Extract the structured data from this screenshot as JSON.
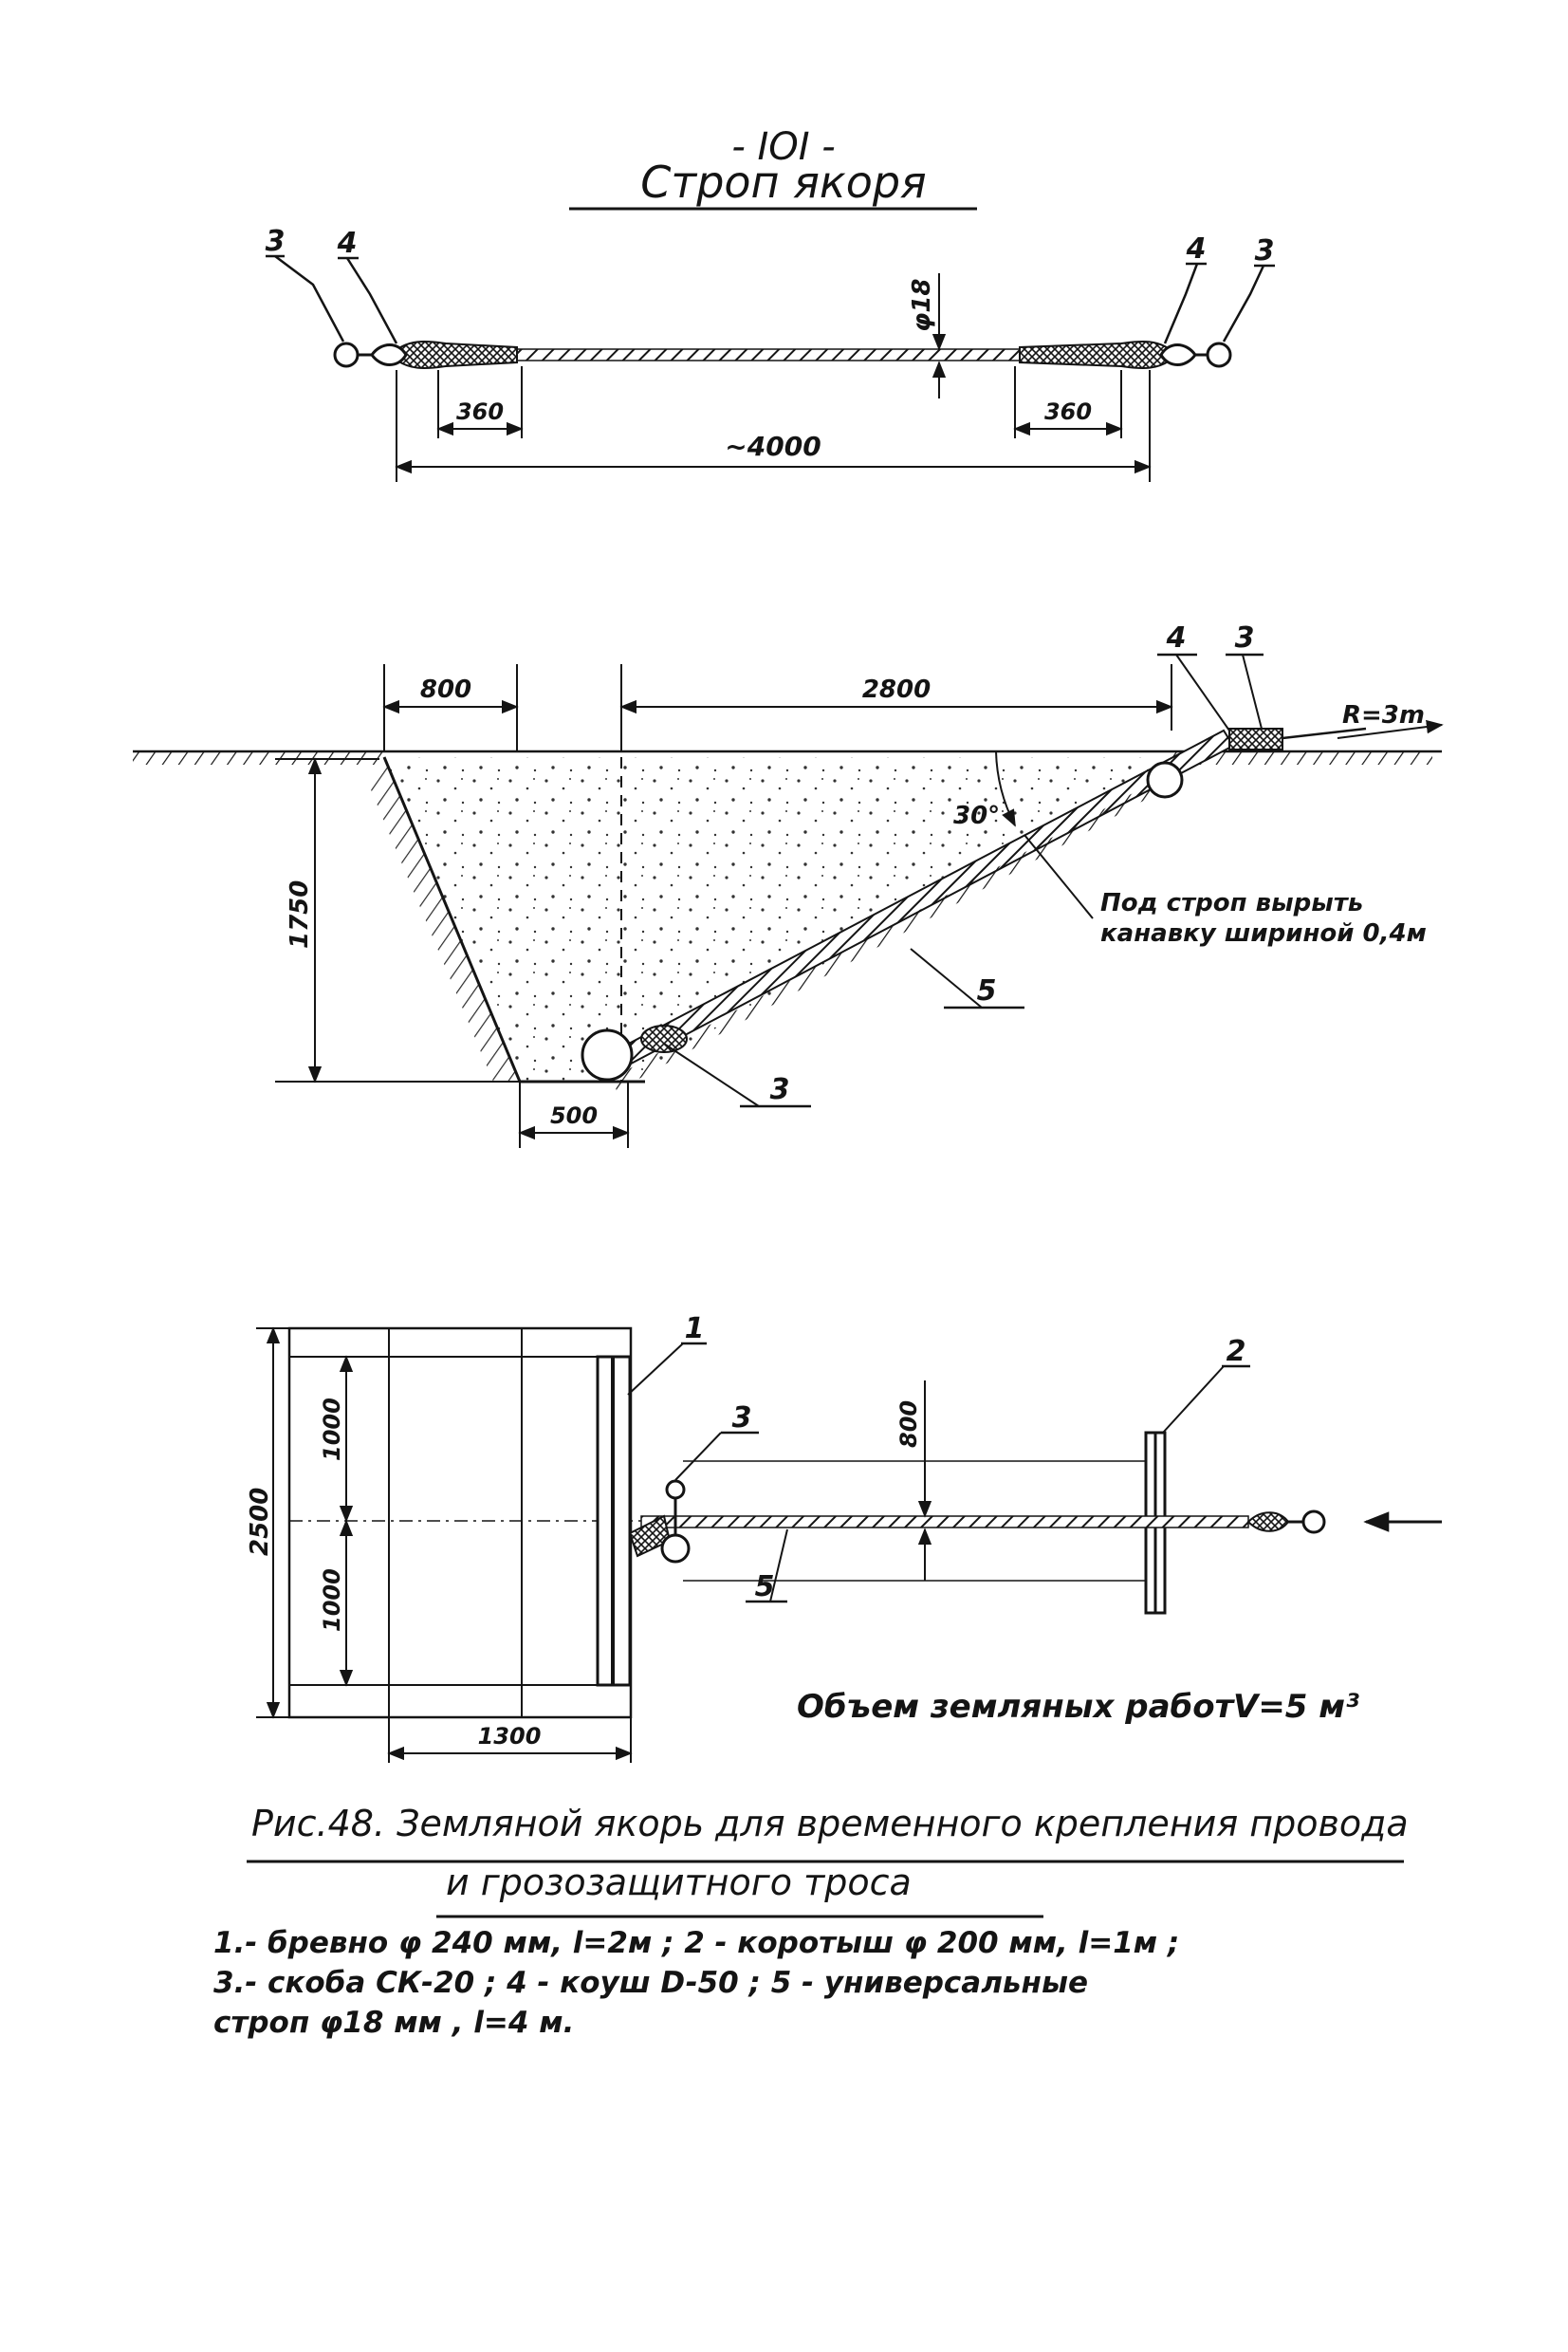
{
  "page": {
    "number": "- IOI -",
    "title": "Строп якоря"
  },
  "sling_view": {
    "labels": {
      "shackle_left": "3",
      "thimble_left": "4",
      "thimble_right": "4",
      "shackle_right": "3"
    },
    "dimensions": {
      "diameter": "φ18",
      "splice_left": "360",
      "splice_right": "360",
      "total_length": "~4000"
    }
  },
  "section_view": {
    "dimensions": {
      "top_width": "800",
      "horizontal_run": "2800",
      "depth": "1750",
      "bottom_width": "500",
      "angle": "30°"
    },
    "labels": {
      "thimble": "4",
      "shackle_top": "3",
      "shackle_bottom": "3",
      "sling": "5",
      "radius": "R=3m"
    },
    "note_line1": "Под строп вырыть",
    "note_line2": "канавку шириной 0,4м"
  },
  "plan_view": {
    "dimensions": {
      "total_width": "2500",
      "upper_half": "1000",
      "lower_half": "1000",
      "length": "1300",
      "offset": "800"
    },
    "labels": {
      "log": "1",
      "short_log": "2",
      "shackle": "3",
      "sling": "5"
    }
  },
  "earthwork": {
    "label": "Объем земляных работ",
    "value": "V=5 м³"
  },
  "figure": {
    "caption_line1": "Рис.48. Земляной якорь для временного крепления провода",
    "caption_line2": "и грозозащитного троса",
    "legend_line1": "1.- бревно φ 240 мм, l=2м ;   2 - коротыш φ 200 мм, l=1м ;",
    "legend_line2": "3.- скоба СК-20 ;   4 - коуш D-50 ;   5 - универсальные",
    "legend_line3": "строп φ18 мм , l=4 м."
  }
}
